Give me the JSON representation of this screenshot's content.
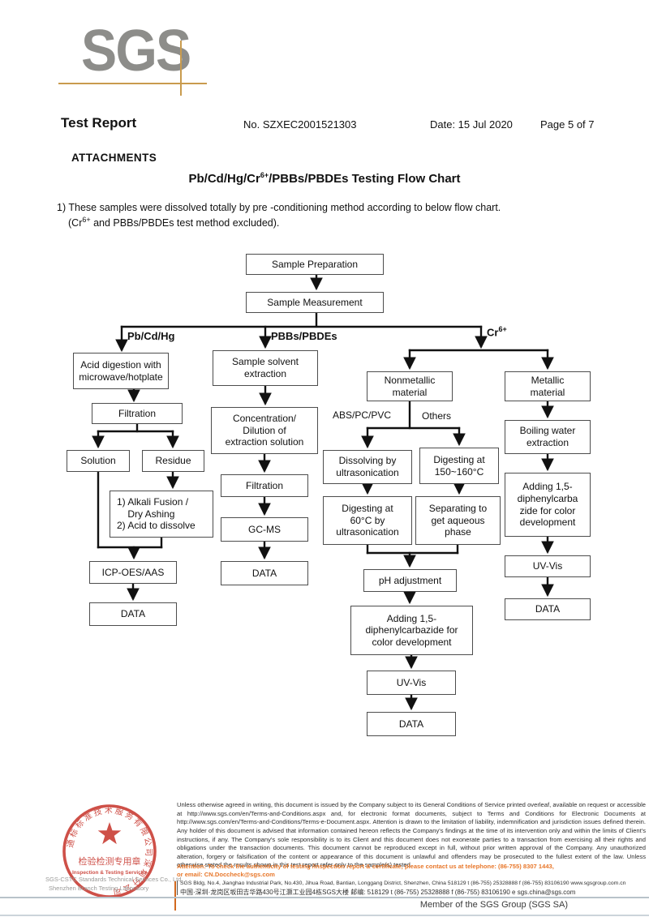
{
  "logo": {
    "text": "SGS"
  },
  "header": {
    "title": "Test Report",
    "report_no": "No. SZXEC2001521303",
    "date": "Date: 15 Jul 2020",
    "page": "Page 5 of 7",
    "attachments_heading": "ATTACHMENTS",
    "chart_title_pre": "Pb/Cd/Hg/Cr",
    "chart_title_sup": "6+",
    "chart_title_post": "/PBBs/PBDEs Testing Flow Chart",
    "note_line1": "1) These samples were dissolved totally by pre -conditioning method according to below flow chart.",
    "note2_pre": "(Cr",
    "note2_sup": "6+",
    "note2_post": " and PBBs/PBDEs test method excluded)."
  },
  "flowchart": {
    "branch_labels": {
      "pb": "Pb/Cd/Hg",
      "pbb": "PBBs/PBDEs",
      "cr_pre": "Cr",
      "cr_sup": "6+",
      "abs": "ABS/PC/PVC",
      "others": "Others"
    },
    "nodes": {
      "sample_prep": "Sample Preparation",
      "sample_meas": "Sample Measurement",
      "acid_digestion": "Acid digestion with\nmicrowave/hotplate",
      "filtration1": "Filtration",
      "solution": "Solution",
      "residue": "Residue",
      "alkali": "1) Alkali Fusion /\n    Dry Ashing\n2) Acid to dissolve",
      "icp": "ICP-OES/AAS",
      "data_pb": "DATA",
      "solvent": "Sample solvent\nextraction",
      "concentration": "Concentration/\nDilution of\nextraction solution",
      "filtration2": "Filtration",
      "gcms": "GC-MS",
      "data_pbb": "DATA",
      "nonmetallic": "Nonmetallic\nmaterial",
      "metallic": "Metallic\nmaterial",
      "dissolving": "Dissolving by\nultrasonication",
      "digesting150": "Digesting at\n150~160°C",
      "digesting60": "Digesting at\n60°C by\nultrasonication",
      "separating": "Separating to\nget aqueous\nphase",
      "ph": "pH adjustment",
      "adding_nm": "Adding 1,5-\ndiphenylcarbazide for\ncolor development",
      "uvvis_nm": "UV-Vis",
      "data_nm": "DATA",
      "boiling": "Boiling water\nextraction",
      "adding_m": "Adding 1,5-\ndiphenylcarba\nzide for color\ndevelopment",
      "uvvis_m": "UV-Vis",
      "data_m": "DATA"
    }
  },
  "stamp": {
    "ring_text": "通标标准技术服务有限公司深圳分公司",
    "line1": "检验检测专用章",
    "line2": "Inspection & Testing Services",
    "company_line1": "SGS-CSTC Standards Technical Services Co., Ltd.",
    "company_line2": "Shenzhen Branch Testing Laboratory"
  },
  "footer": {
    "legal": "Unless otherwise agreed in writing, this document is issued by the Company subject to its General Conditions of Service printed overleaf, available on request or accessible at http://www.sgs.com/en/Terms-and-Conditions.aspx and, for electronic format documents, subject to Terms and Conditions for Electronic Documents at http://www.sgs.com/en/Terms-and-Conditions/Terms-e-Document.aspx. Attention is drawn to the limitation of liability, indemnification and jurisdiction issues defined therein. Any holder of this document is advised that information contained hereon reflects the Company's findings at the time of its intervention only and within the limits of Client's instructions, if any. The Company's sole responsibility is to its Client and this document does not exonerate parties to a transaction from exercising all their rights and obligations under the transaction documents. This document cannot be reproduced except in full, without prior written approval of the Company. Any unauthorized alteration, forgery or falsification of the content or appearance of this document is unlawful and offenders may be prosecuted to the fullest extent of the law. Unless otherwise stated the results shown in this test report refer only to the sample(s) tested.",
    "attention_line1": "Attention: To check the authenticity of testing /inspection report & certificate, please contact us at telephone: (86-755) 8307 1443,",
    "attention_line2": "or email: CN.Doccheck@sgs.com",
    "address_en": "SGS Bldg, No.4, Jianghao Industrial Park, No.430, Jihua Road, Bantian, Longgang District, Shenzhen, China 518129    t (86-755) 25328888   f (86-755) 83106190    www.sgsgroup.com.cn",
    "address_cn": "中国·深圳·龙岗区坂田吉华路430号江灏工业园4栋SGS大楼    邮编: 518129    t (86-755) 25328888   f (86-755) 83106190    e sgs.china@sgs.com",
    "member": "Member of the SGS Group (SGS SA)"
  }
}
